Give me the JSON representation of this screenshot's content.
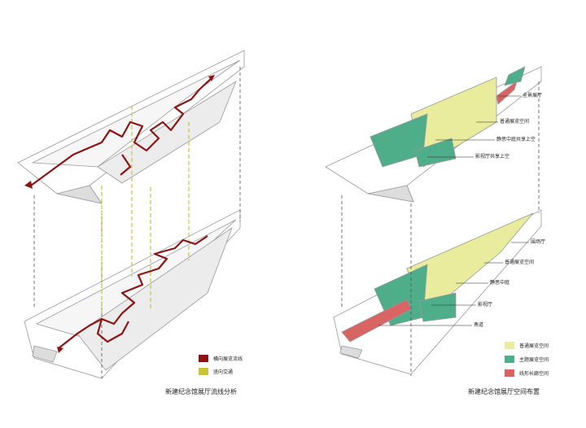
{
  "left": {
    "title": "新建纪念馆展厅流线分析",
    "legend": [
      {
        "label": "横向展览流线",
        "color": "#8b1414"
      },
      {
        "label": "竖向交通",
        "color": "#c8c43a"
      }
    ]
  },
  "right": {
    "title": "新建纪念馆展厅空间布置",
    "upper_labels": [
      "全景展厅",
      "普通展览空间",
      "静思中庭共享上空",
      "影视厅共享上空"
    ],
    "lower_labels": [
      "围场厅",
      "普通展览空间",
      "静思中庭",
      "影视厅",
      "甬道"
    ],
    "legend": [
      {
        "label": "普通展览空间",
        "color": "#e8ec9c"
      },
      {
        "label": "主题展览空间",
        "color": "#4fae8a"
      },
      {
        "label": "线形长廊空间",
        "color": "#d96464"
      }
    ]
  }
}
